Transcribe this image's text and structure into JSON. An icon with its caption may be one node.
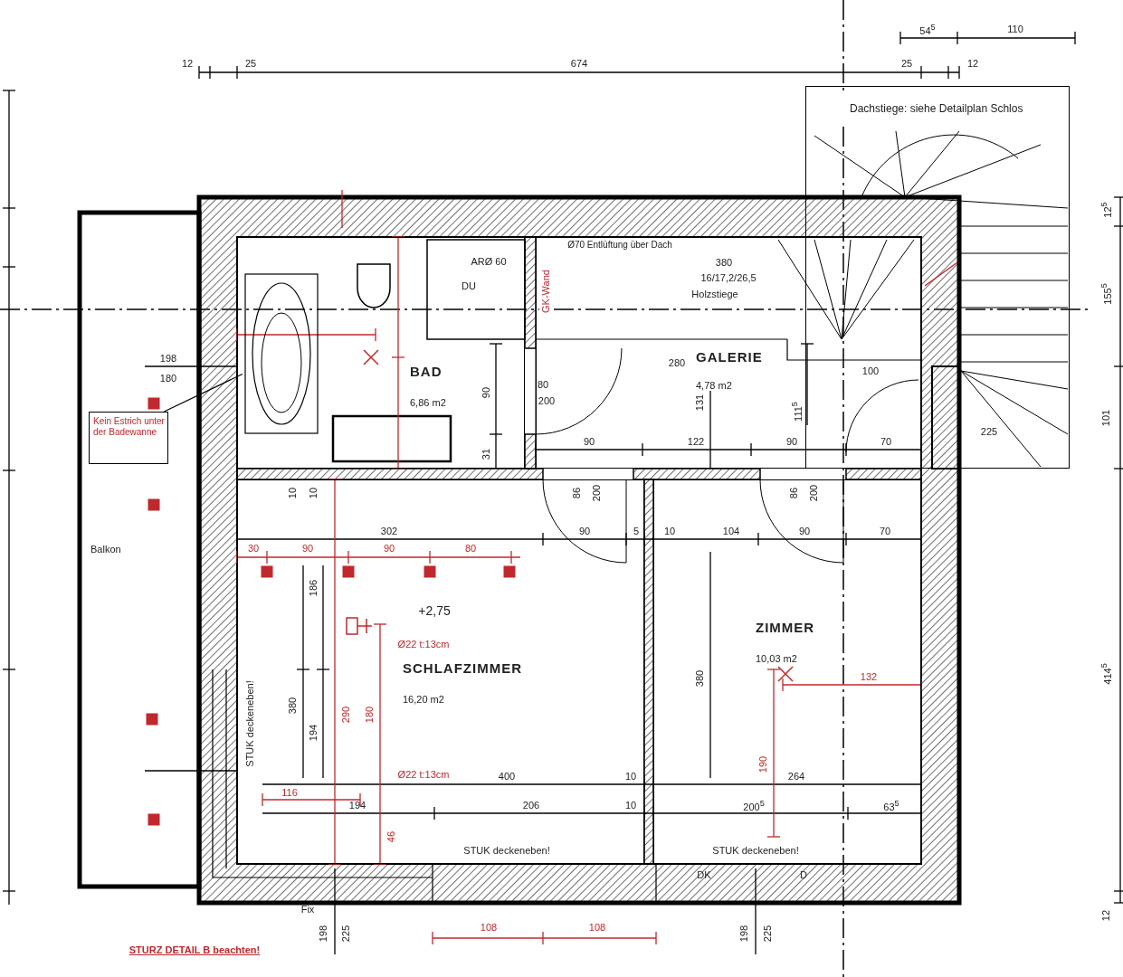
{
  "diagram": {
    "nodes": [
      {
        "text": [
          "BAD",
          "6,86 m2"
        ]
      },
      {
        "text": [
          "GALERIE",
          "4,78 m2"
        ]
      },
      {
        "text": [
          "SCHLAFZIMMER",
          "16,20 m2"
        ]
      },
      {
        "text": [
          "ZIMMER",
          "10,03 m2"
        ]
      },
      {
        "text": [
          "Balkon"
        ]
      },
      {
        "text": [
          "Kein Estrich unter der Badewanne"
        ]
      },
      {
        "text": [],
        "shape": "picture",
        "in": 0
      },
      {
        "text": [
          "Dachstiege: siehe Detailplan Schlos"
        ]
      }
    ],
    "edges": [
      {
        "from": 5,
        "to": 6,
        "arrow": "none"
      }
    ],
    "labels": [
      "54$^{5}$",
      "110",
      "12",
      "25",
      "674",
      "25",
      "12",
      "Ø70 Entlüftung über Dach",
      "ARØ 60",
      "DU",
      "380",
      "16/17,2/26,5",
      "Holzstiege",
      "GK-Wand",
      "198",
      "180",
      "80",
      "200",
      "90",
      "31",
      "280",
      "131",
      "111$^{5}$",
      "100",
      "90",
      "122",
      "90",
      "70",
      "86",
      "200",
      "86",
      "200",
      "10",
      "10",
      "302",
      "30",
      "90",
      "90",
      "80",
      "90",
      "5",
      "10",
      "104",
      "90",
      "70",
      "186",
      "+2,75",
      "Ø22 t:13cm",
      "380",
      "380",
      "132",
      "290",
      "180",
      "190",
      "194",
      "Ø22 t:13cm",
      "400",
      "10",
      "264",
      "116",
      "194",
      "206",
      "10",
      "200$^{5}$",
      "63$^{5}$",
      "46",
      "STUK deckeneben!",
      "STUK deckeneben!",
      "STUK deckeneben!",
      "DK",
      "D",
      "Fix",
      "198",
      "225",
      "198",
      "225",
      "108",
      "108",
      "STURZ DETAIL B beachten!",
      "12$^{5}$",
      "155$^{5}$",
      "101",
      "414$^{5}$",
      "12",
      "225"
    ]
  }
}
